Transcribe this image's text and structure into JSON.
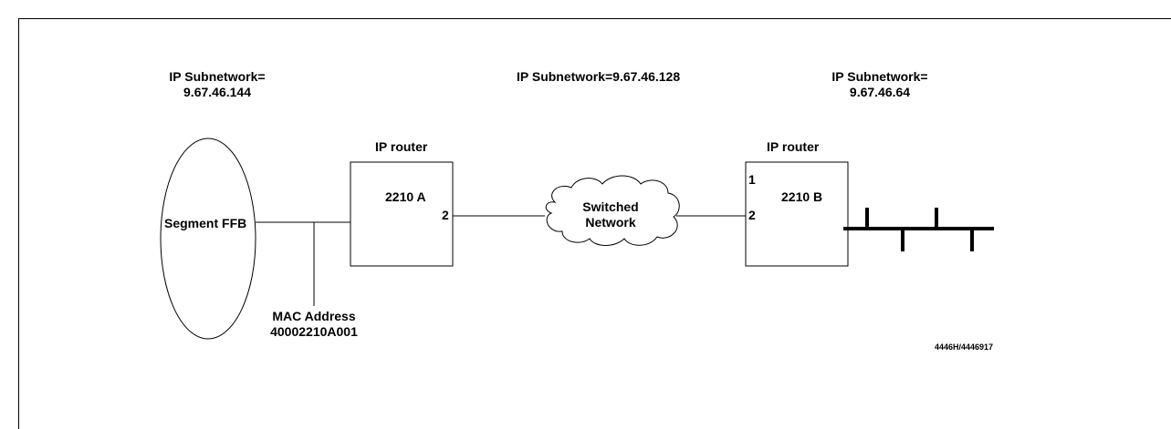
{
  "subnets": {
    "left_label": "IP Subnetwork=",
    "left_value": "9.67.46.144",
    "middle": "IP Subnetwork=9.67.46.128",
    "right_label": "IP Subnetwork=",
    "right_value": "9.67.46.64"
  },
  "segment": {
    "label": "Segment FFB"
  },
  "mac": {
    "label": "MAC Address",
    "value": "40002210A001"
  },
  "router_a": {
    "title": "IP router",
    "name": "2210 A",
    "port2": "2"
  },
  "router_b": {
    "title": "IP router",
    "name": "2210 B",
    "port1": "1",
    "port2": "2"
  },
  "cloud": {
    "line1": "Switched",
    "line2": "Network"
  },
  "figure_id": "4446H/4446917"
}
